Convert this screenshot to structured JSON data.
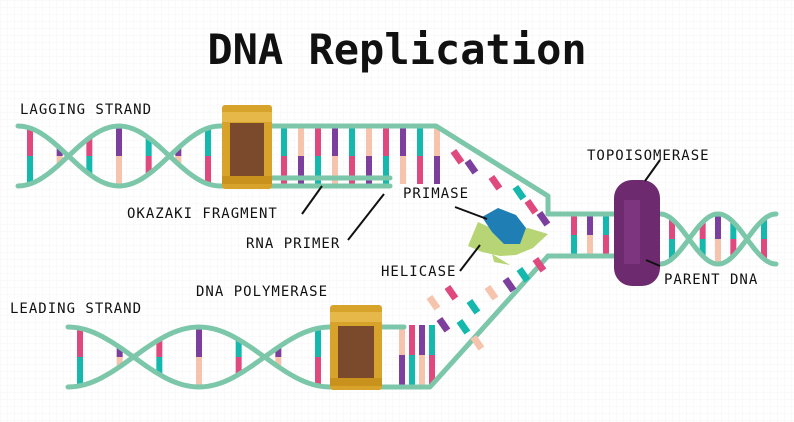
{
  "title": "DNA Replication",
  "labels": {
    "lagging_strand": "LAGGING STRAND",
    "okazaki_fragment": "OKAZAKI FRAGMENT",
    "rna_primer": "RNA PRIMER",
    "primase": "PRIMASE",
    "helicase": "HELICASE",
    "topoisomerase": "TOPOISOMERASE",
    "parent_dna": "PARENT DNA",
    "leading_strand": "LEADING STRAND",
    "dna_polymerase": "DNA POLYMERASE"
  },
  "colors": {
    "backbone": "#7cc7aa",
    "teal": "#14b8ad",
    "pink": "#e0497d",
    "purple": "#7d3f9d",
    "peach": "#f6c3ad",
    "gold": "#d8a32a",
    "brown": "#7b4a2d",
    "topoisomerase": "#6d2a6f",
    "primase": "#1f7fb4",
    "helicase": "#b7d574",
    "grid_line": "#e8e8e8"
  }
}
